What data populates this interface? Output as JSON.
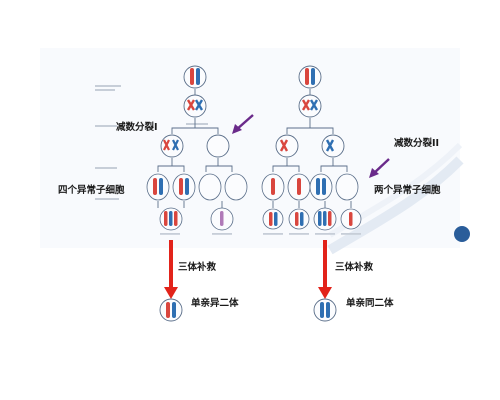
{
  "labels": {
    "meiosis_1": "减数分裂I",
    "meiosis_2": "减数分裂II",
    "four_abnormal": "四个异常子细胞",
    "two_abnormal": "两个异常子细胞",
    "rescue_left": "三体补救",
    "rescue_right": "三体补救",
    "result_left": "单亲异二体",
    "result_right": "单亲同二体"
  },
  "colors": {
    "arrow_red": "#e2231a",
    "arrow_purple": "#6a2a8a",
    "chrom_red": "#d9463e",
    "chrom_blue": "#2f6fb2",
    "cell_outline": "#5b6f8a"
  }
}
